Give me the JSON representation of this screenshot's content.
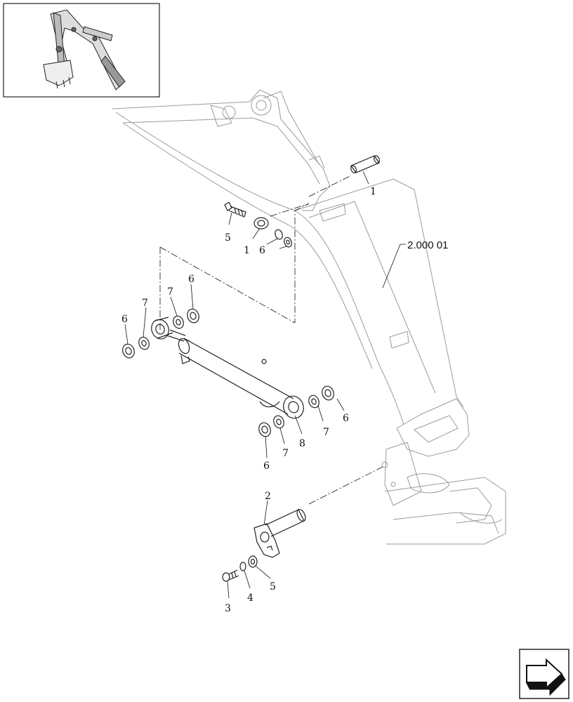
{
  "callouts": [
    {
      "id": "c1a",
      "text": "1"
    },
    {
      "id": "c5a",
      "text": "5"
    },
    {
      "id": "c1b",
      "text": "1"
    },
    {
      "id": "c6a",
      "text": "6"
    },
    {
      "id": "ref",
      "text": "2.000 01"
    },
    {
      "id": "c6b",
      "text": "6"
    },
    {
      "id": "c7a",
      "text": "7"
    },
    {
      "id": "c6c",
      "text": "6"
    },
    {
      "id": "c7b",
      "text": "7"
    },
    {
      "id": "c6d",
      "text": "6"
    },
    {
      "id": "c7c",
      "text": "7"
    },
    {
      "id": "c8",
      "text": "8"
    },
    {
      "id": "c7d",
      "text": "7"
    },
    {
      "id": "c6e",
      "text": "6"
    },
    {
      "id": "c2",
      "text": "2"
    },
    {
      "id": "c5b",
      "text": "5"
    },
    {
      "id": "c4",
      "text": "4"
    },
    {
      "id": "c3",
      "text": "3"
    }
  ],
  "icons": {
    "thumbnail": "excavator-arm-thumbnail-icon",
    "nav": "page-arrow-icon"
  },
  "colors": {
    "line": "#222222",
    "ghost": "#9a9a9a",
    "background": "#ffffff"
  }
}
